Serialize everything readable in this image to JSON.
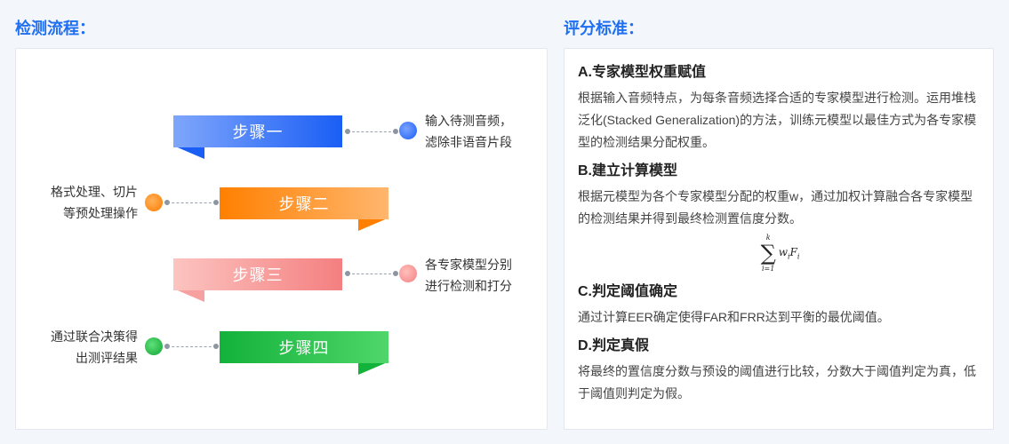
{
  "left": {
    "title": "检测流程：",
    "steps": [
      {
        "label": "步骤一",
        "desc": [
          "输入待测音频，",
          "滤除非语音片段"
        ]
      },
      {
        "label": "步骤二",
        "desc": [
          "格式处理、切片",
          "等预处理操作"
        ]
      },
      {
        "label": "步骤三",
        "desc": [
          "各专家模型分别",
          "进行检测和打分"
        ]
      },
      {
        "label": "步骤四",
        "desc": [
          "通过联合决策得",
          "出测评结果"
        ]
      }
    ],
    "colors": {
      "blue": "#1a5ef5",
      "orange": "#ff8000",
      "pink": "#f78a8a",
      "green": "#13b23a"
    }
  },
  "right": {
    "title": "评分标准：",
    "sections": [
      {
        "heading": "A.专家模型权重赋值",
        "text": "根据输入音频特点，为每条音频选择合适的专家模型进行检测。运用堆栈泛化(Stacked Generalization)的方法，训练元模型以最佳方式为各专家模型的检测结果分配权重。"
      },
      {
        "heading": "B.建立计算模型",
        "text": "根据元模型为各个专家模型分配的权重w，通过加权计算融合各专家模型的检测结果并得到最终检测置信度分数。"
      },
      {
        "heading": "C.判定阈值确定",
        "text": "通过计算EER确定使得FAR和FRR达到平衡的最优阈值。"
      },
      {
        "heading": "D.判定真假",
        "text": "将最终的置信度分数与预设的阈值进行比较，分数大于阈值判定为真，低于阈值则判定为假。"
      }
    ],
    "formula": {
      "upper": "k",
      "lower": "i=1",
      "sigma": "∑",
      "term_w": "w",
      "term_F": "F",
      "sub": "i"
    }
  }
}
